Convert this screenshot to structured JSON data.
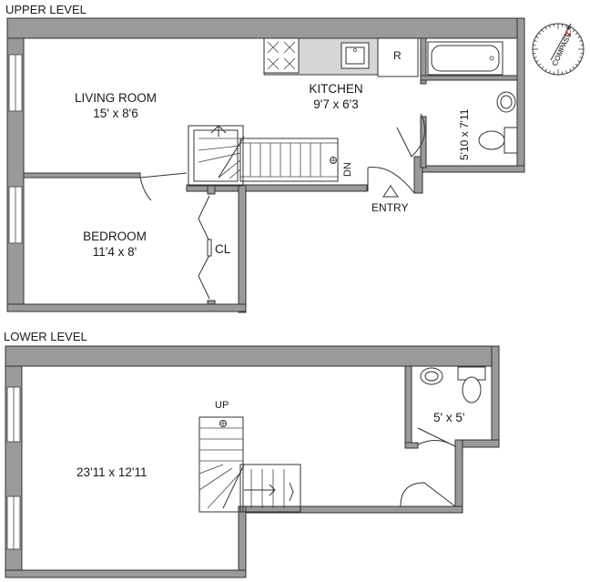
{
  "upper_level": {
    "heading": "UPPER LEVEL",
    "rooms": {
      "living_room": {
        "name": "LIVING ROOM",
        "size": "15' x 8'6"
      },
      "kitchen": {
        "name": "KITCHEN",
        "size": "9'7 x 6'3"
      },
      "bedroom": {
        "name": "BEDROOM",
        "size": "11'4 x 8'"
      },
      "bathroom": {
        "size": "5'10 x 7'11"
      },
      "closet": {
        "label": "CL"
      },
      "refrigerator": {
        "label": "R"
      }
    },
    "stair_label": "DN",
    "entry_label": "ENTRY"
  },
  "lower_level": {
    "heading": "LOWER LEVEL",
    "main_room": {
      "size": "23'11 x 12'11"
    },
    "bathroom": {
      "size": "5' x 5'"
    },
    "stair_label": "UP"
  },
  "compass": {
    "label": "COMPASS",
    "north": "N",
    "north_color": "#d0312d"
  }
}
